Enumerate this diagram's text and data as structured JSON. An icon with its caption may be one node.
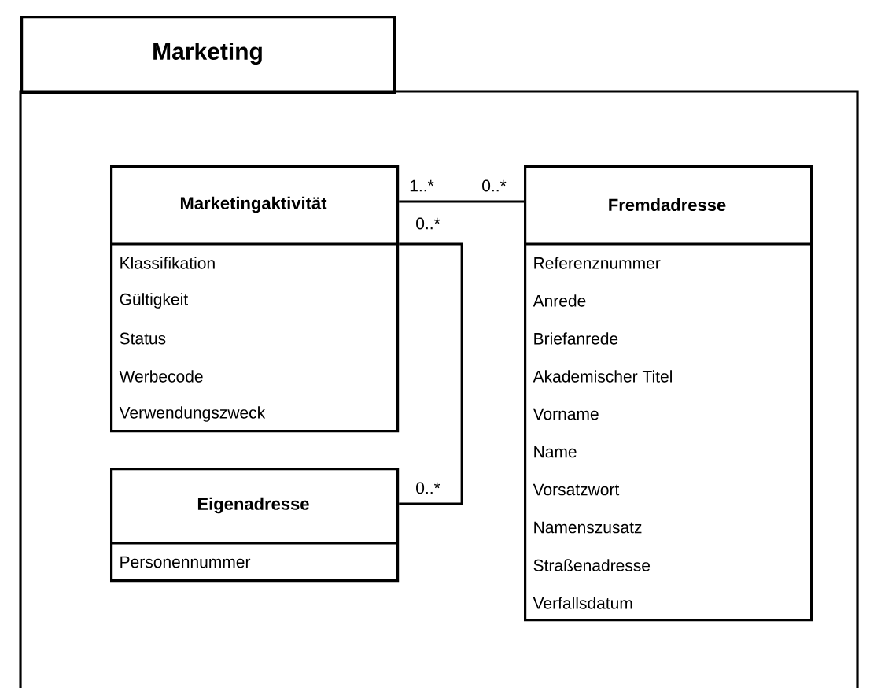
{
  "diagram": {
    "nodes": [
      {
        "text": [
          "Marketing"
        ]
      },
      {
        "text": [
          "Marketingaktivität",
          "Klassifikation",
          "Gültigkeit",
          "Status",
          "Werbecode",
          "Verwendungszweck"
        ],
        "in": 0
      },
      {
        "text": [
          "Fremdadresse",
          "Referenznummer",
          "Anrede",
          "Briefanrede",
          "Akademischer Titel",
          "Vorname",
          "Name",
          "Vorsatzwort",
          "Namenszusatz",
          "Straßenadresse",
          "Verfallsdatum"
        ],
        "in": 0
      },
      {
        "text": [
          "Eigenadresse",
          "Personennummer"
        ],
        "in": 0
      }
    ],
    "edges": [
      {
        "from": 1,
        "to": 2,
        "arrow": "none"
      },
      {
        "from": 1,
        "to": 3,
        "arrow": "none"
      }
    ],
    "labels": [
      "1..*",
      "0..*",
      "0..*",
      "0..*"
    ]
  }
}
